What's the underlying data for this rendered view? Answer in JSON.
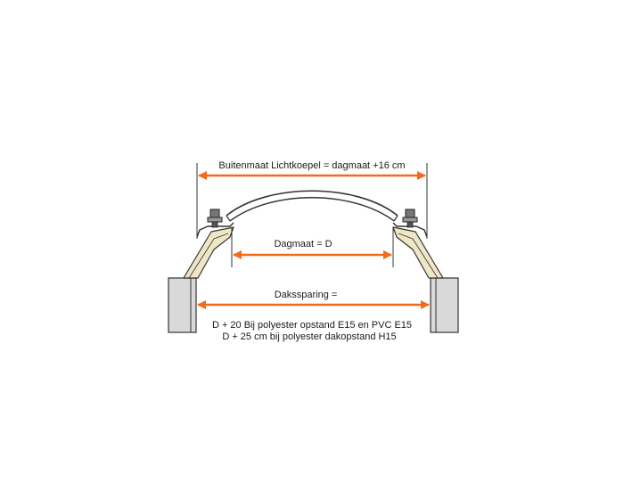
{
  "labels": {
    "outer": "Buitenmaat Lichtkoepel = dagmaat +16 cm",
    "inner": "Dagmaat = D",
    "opening_title": "Dakssparing =",
    "opening_line1": "D + 20 Bij polyester opstand E15 en PVC E15",
    "opening_line2": "D + 25 cm bij polyester dakopstand H15"
  },
  "colors": {
    "arrow": "#f26b1d",
    "upstand_fill": "#efe6c6",
    "wall_fill": "#d9d9d9",
    "outline": "#333333"
  }
}
